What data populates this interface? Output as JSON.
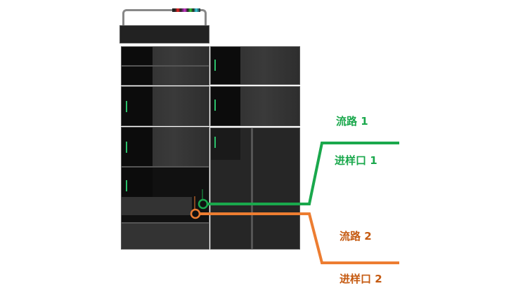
{
  "labels": {
    "flow_path_1": "流路 1",
    "injection_port_1": "进样口 1",
    "flow_path_2": "流路 2",
    "injection_port_2": "进样口 2"
  },
  "colors": {
    "path1": "#1aa84c",
    "path2": "#ed7d31",
    "path2_text": "#c55a11"
  }
}
